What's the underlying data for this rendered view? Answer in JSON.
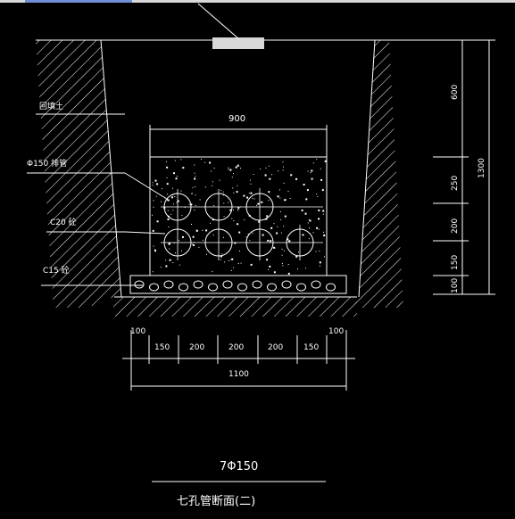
{
  "labels": {
    "backfill": "回填土",
    "pipe": "Φ150 排管",
    "c20": "C20 砼",
    "c15": "C15 砼"
  },
  "dims": {
    "top_width": "900",
    "bottom": [
      "100",
      "150",
      "200",
      "200",
      "200",
      "150",
      "100"
    ],
    "total": "1100",
    "right": [
      "600",
      "250",
      "200",
      "150",
      "100"
    ],
    "right_total": "1300"
  },
  "caption": {
    "title": "7Φ150",
    "subtitle": "七孔管断面(二)"
  }
}
